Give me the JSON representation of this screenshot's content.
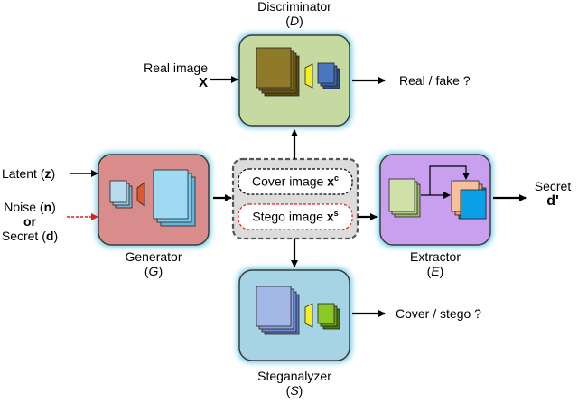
{
  "discriminator": {
    "title": "Discriminator",
    "symbol": "D",
    "fill": "#c6d9a0"
  },
  "generator": {
    "title": "Generator",
    "symbol": "G",
    "fill": "#d98c8c"
  },
  "extractor": {
    "title": "Extractor",
    "symbol": "E",
    "fill": "#c9a0f0"
  },
  "steganalyzer": {
    "title": "Steganalyzer",
    "symbol": "S",
    "fill": "#a7d4e4"
  },
  "inputs": {
    "real_image_label": "Real image",
    "real_image_symbol": "X",
    "latent_label": "Latent",
    "latent_symbol": "z",
    "noise_label": "Noise",
    "noise_symbol": "n",
    "or_label": "or",
    "secret_label": "Secret",
    "secret_symbol": "d"
  },
  "outputs": {
    "real_fake": "Real / fake ?",
    "cover_stego": "Cover / stego ?",
    "secret_label": "Secret",
    "secret_symbol": "d'"
  },
  "images": {
    "cover_label": "Cover image",
    "cover_symbol": "x",
    "cover_sup": "c",
    "stego_label": "Stego image",
    "stego_symbol": "x",
    "stego_sup": "s"
  },
  "colors": {
    "dashed_red": "#e02020",
    "glow": "#7fd0e8"
  }
}
